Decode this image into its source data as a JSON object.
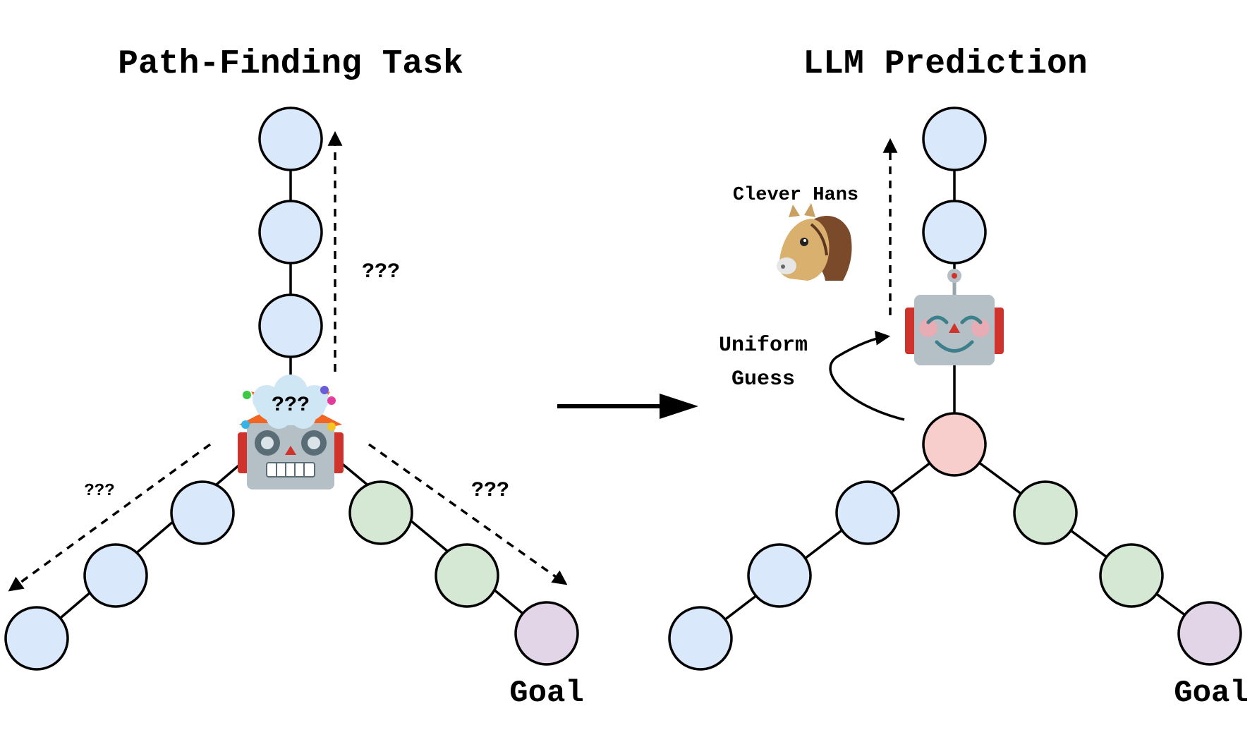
{
  "left_panel": {
    "title": "Path-Finding Task",
    "question_up": "???",
    "question_left": "???",
    "question_right": "???",
    "robot_question": "???",
    "goal_label": "Goal"
  },
  "right_panel": {
    "title": "LLM Prediction",
    "horse_label": "Clever Hans",
    "guess_label_line1": "Uniform",
    "guess_label_line2": "Guess",
    "goal_label": "Goal"
  },
  "colors": {
    "blue_node": "#dae8fc",
    "green_node": "#d5e8d4",
    "purple_node": "#e1d5e7",
    "red_node": "#f8cecc",
    "robot_body": "#b4bfc6",
    "robot_ears": "#d0332c"
  },
  "icons": [
    "exploding-head-robot-icon",
    "happy-robot-icon",
    "horse-icon"
  ]
}
